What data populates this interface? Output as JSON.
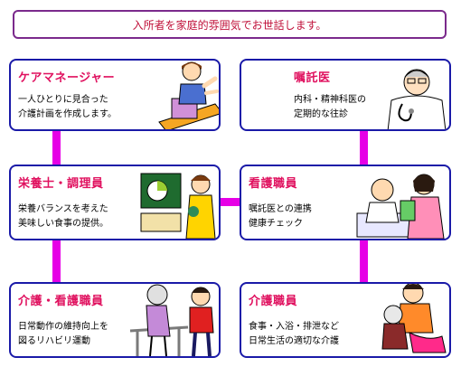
{
  "banner": "入所者を家庭的雰囲気でお世話します。",
  "cards": {
    "care_manager": {
      "title": "ケアマネージャー",
      "lines": [
        "一人ひとりに見合った",
        "介護計画を作成します。"
      ],
      "icon": "care-manager-desk-illustration"
    },
    "doctor": {
      "title": "嘱託医",
      "lines": [
        "内科・精神科医の",
        "定期的な往診"
      ],
      "icon": "doctor-stethoscope-illustration"
    },
    "nutritionist": {
      "title": "栄養士・調理員",
      "lines": [
        "栄養バランスを考えた",
        "美味しい食事の提供。"
      ],
      "icon": "nutritionist-chart-illustration"
    },
    "nurse": {
      "title": "看護職員",
      "lines": [
        "嘱託医との連携",
        "健康チェック"
      ],
      "icon": "nurse-patient-illustration"
    },
    "rehab": {
      "title": "介護・看護職員",
      "lines": [
        "日常動作の維持向上を",
        "図るリハビリ運動"
      ],
      "icon": "rehab-walking-bars-illustration"
    },
    "caregiver": {
      "title": "介護職員",
      "lines": [
        "食事・入浴・排泄など",
        "日常生活の適切な介護"
      ],
      "icon": "caregiver-assist-illustration"
    }
  },
  "colors": {
    "banner_text": "#c0113a",
    "card_title": "#e0115f",
    "card_border": "#1a1aa8",
    "connector": "#e600e6"
  }
}
